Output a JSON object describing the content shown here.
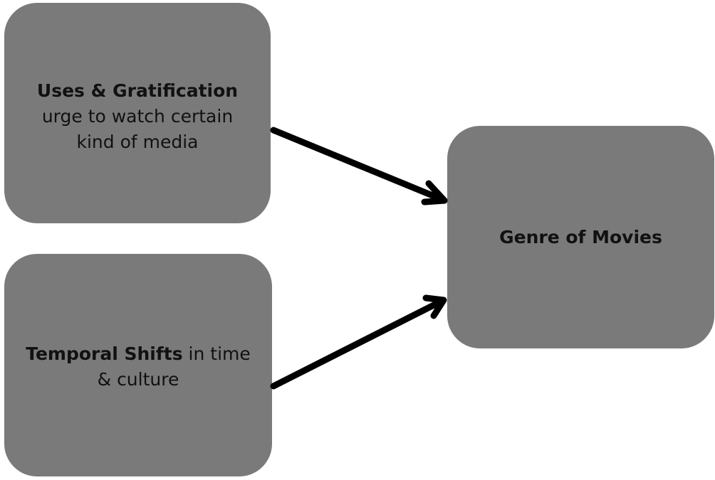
{
  "nodes": {
    "uses": {
      "title": "Uses & Gratification",
      "line1": "urge to watch certain",
      "line2": "kind of media"
    },
    "temporal": {
      "title": "Temporal Shifts",
      "rest": " in time",
      "line2": "& culture"
    },
    "genre": {
      "title": "Genre of Movies"
    }
  },
  "colors": {
    "box_fill": "#7a7a7a",
    "text": "#111111",
    "arrow": "#000000"
  }
}
